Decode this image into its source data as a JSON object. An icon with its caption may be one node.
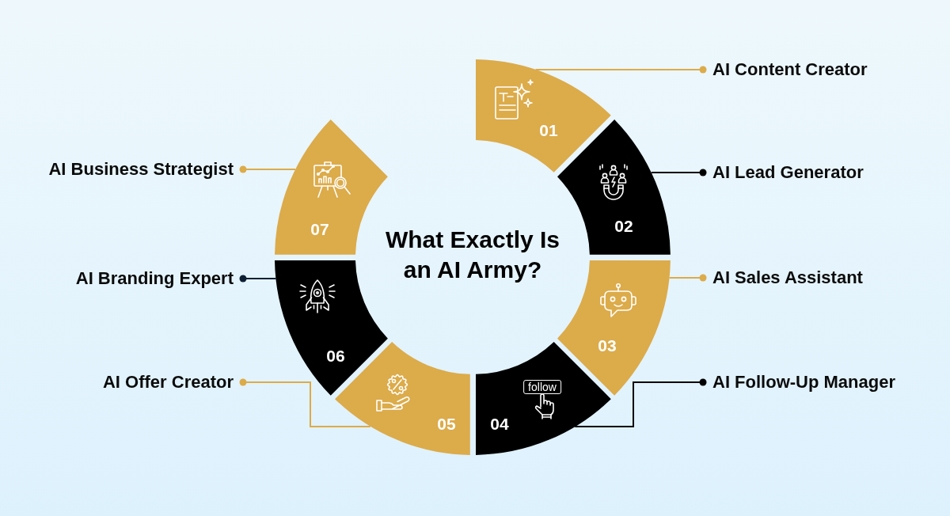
{
  "diagram": {
    "title": "What Exactly Is an AI Army?",
    "nodes": [
      {
        "text": [
          "01"
        ]
      },
      {
        "text": [
          "02"
        ]
      },
      {
        "text": [
          "03"
        ]
      },
      {
        "text": [
          "04"
        ]
      },
      {
        "text": [
          "05"
        ]
      },
      {
        "text": [
          "06"
        ]
      },
      {
        "text": [
          "07"
        ]
      },
      {
        "text": [
          "AI Content Creator"
        ]
      },
      {
        "text": [
          "AI Lead Generator"
        ]
      },
      {
        "text": [
          "AI Sales Assistant"
        ]
      },
      {
        "text": [
          "AI Follow-Up Manager"
        ]
      },
      {
        "text": [
          "AI Offer Creator"
        ]
      },
      {
        "text": [
          "AI Branding Expert"
        ]
      },
      {
        "text": [
          "AI Business Strategist"
        ]
      }
    ],
    "edges": [
      {
        "from": 7,
        "to": 0,
        "arrow": "other"
      },
      {
        "from": 8,
        "to": 1,
        "arrow": "other",
        "color": "#000000"
      },
      {
        "from": 9,
        "to": 2,
        "arrow": "other"
      },
      {
        "from": 10,
        "to": 3,
        "arrow": "other",
        "color": "#000000"
      },
      {
        "from": 11,
        "to": 4,
        "arrow": "other"
      },
      {
        "from": 12,
        "to": 5,
        "arrow": "other",
        "color": "#0d1f33"
      },
      {
        "from": 13,
        "to": 6,
        "arrow": "other"
      }
    ],
    "labels": [
      "follow"
    ]
  }
}
